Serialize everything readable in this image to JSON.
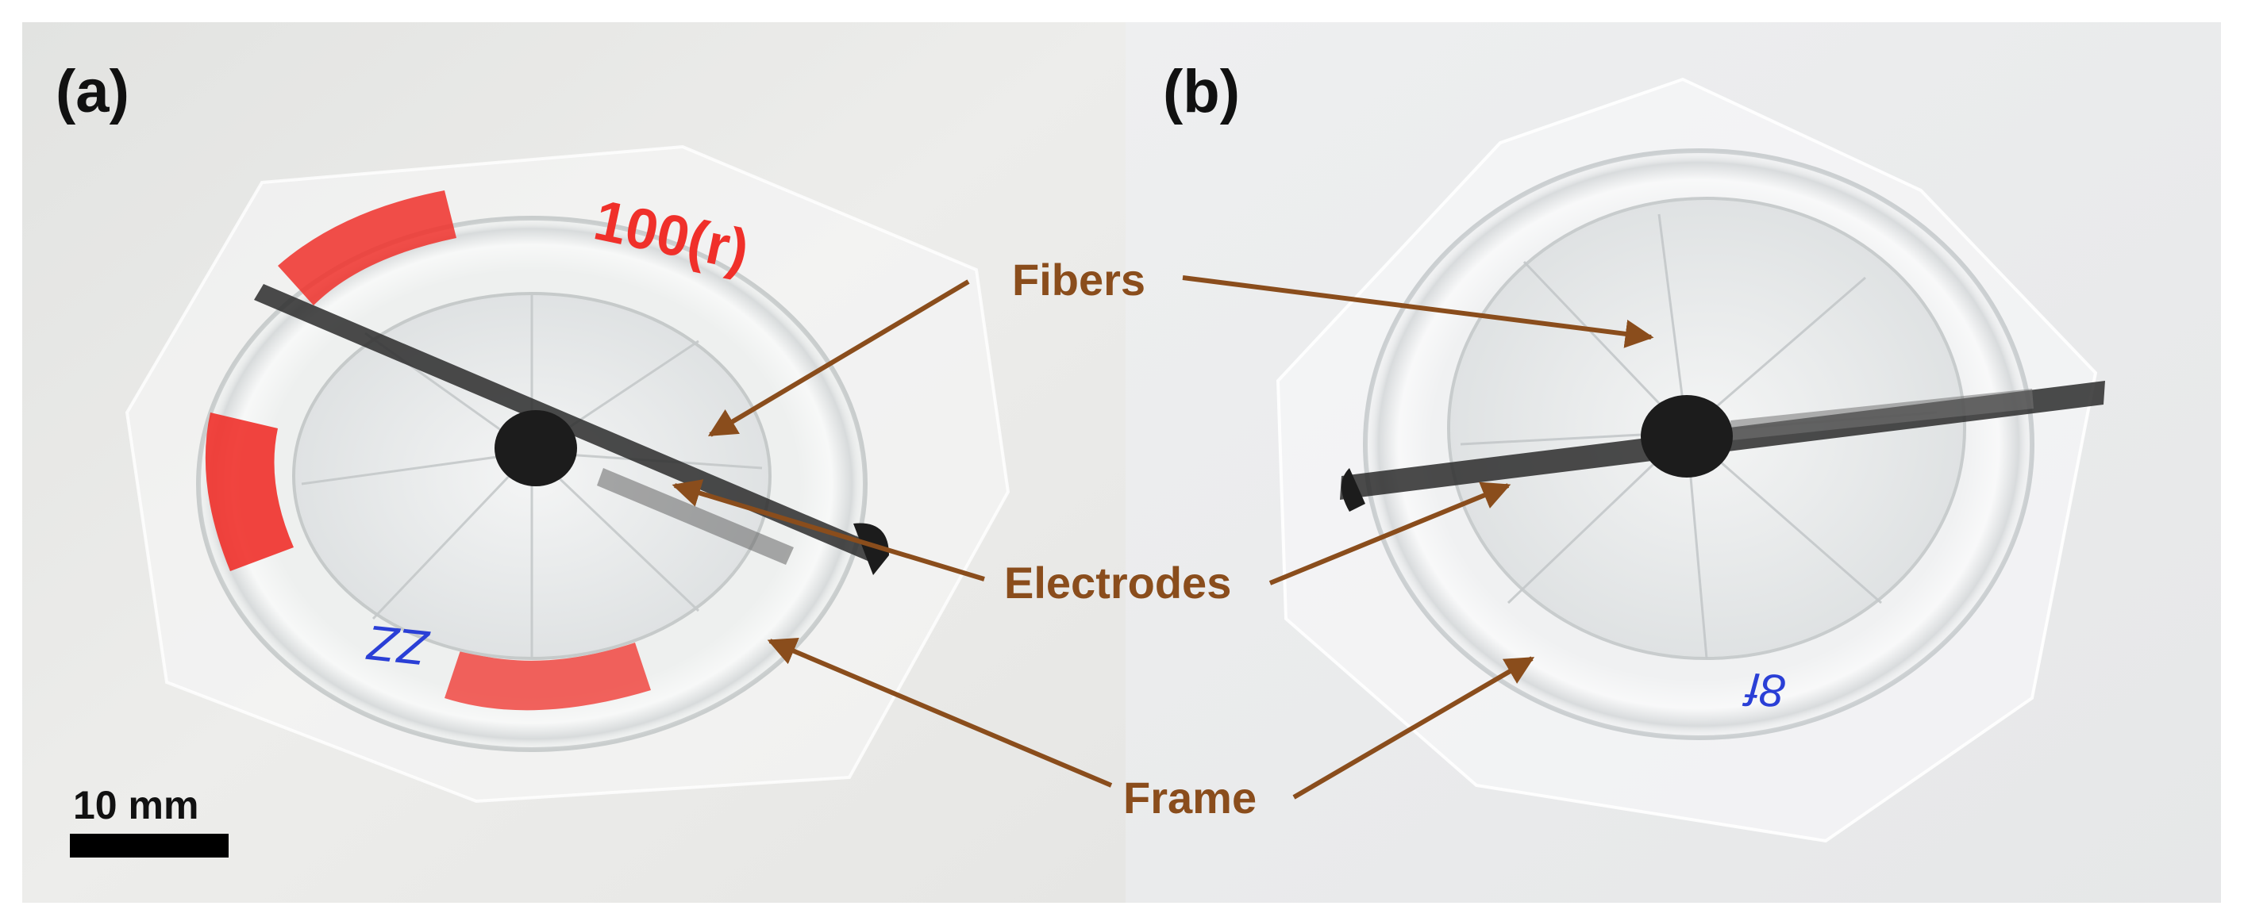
{
  "panels": [
    {
      "label": "(a)"
    },
    {
      "label": "(b)"
    }
  ],
  "annotations": {
    "fibers": "Fibers",
    "electrodes": "Electrodes",
    "frame": "Frame"
  },
  "scale_bar": {
    "label": "10 mm"
  },
  "handwriting": {
    "panel_a_top": "100(r)",
    "panel_a_bottom": "ZZ",
    "panel_b_bottom": "8f"
  },
  "colors": {
    "annotation": "#8a4d1c",
    "marker_red": "#f0302a",
    "marker_blue": "#2a3fd6",
    "electrode": "#1c1c1c"
  }
}
